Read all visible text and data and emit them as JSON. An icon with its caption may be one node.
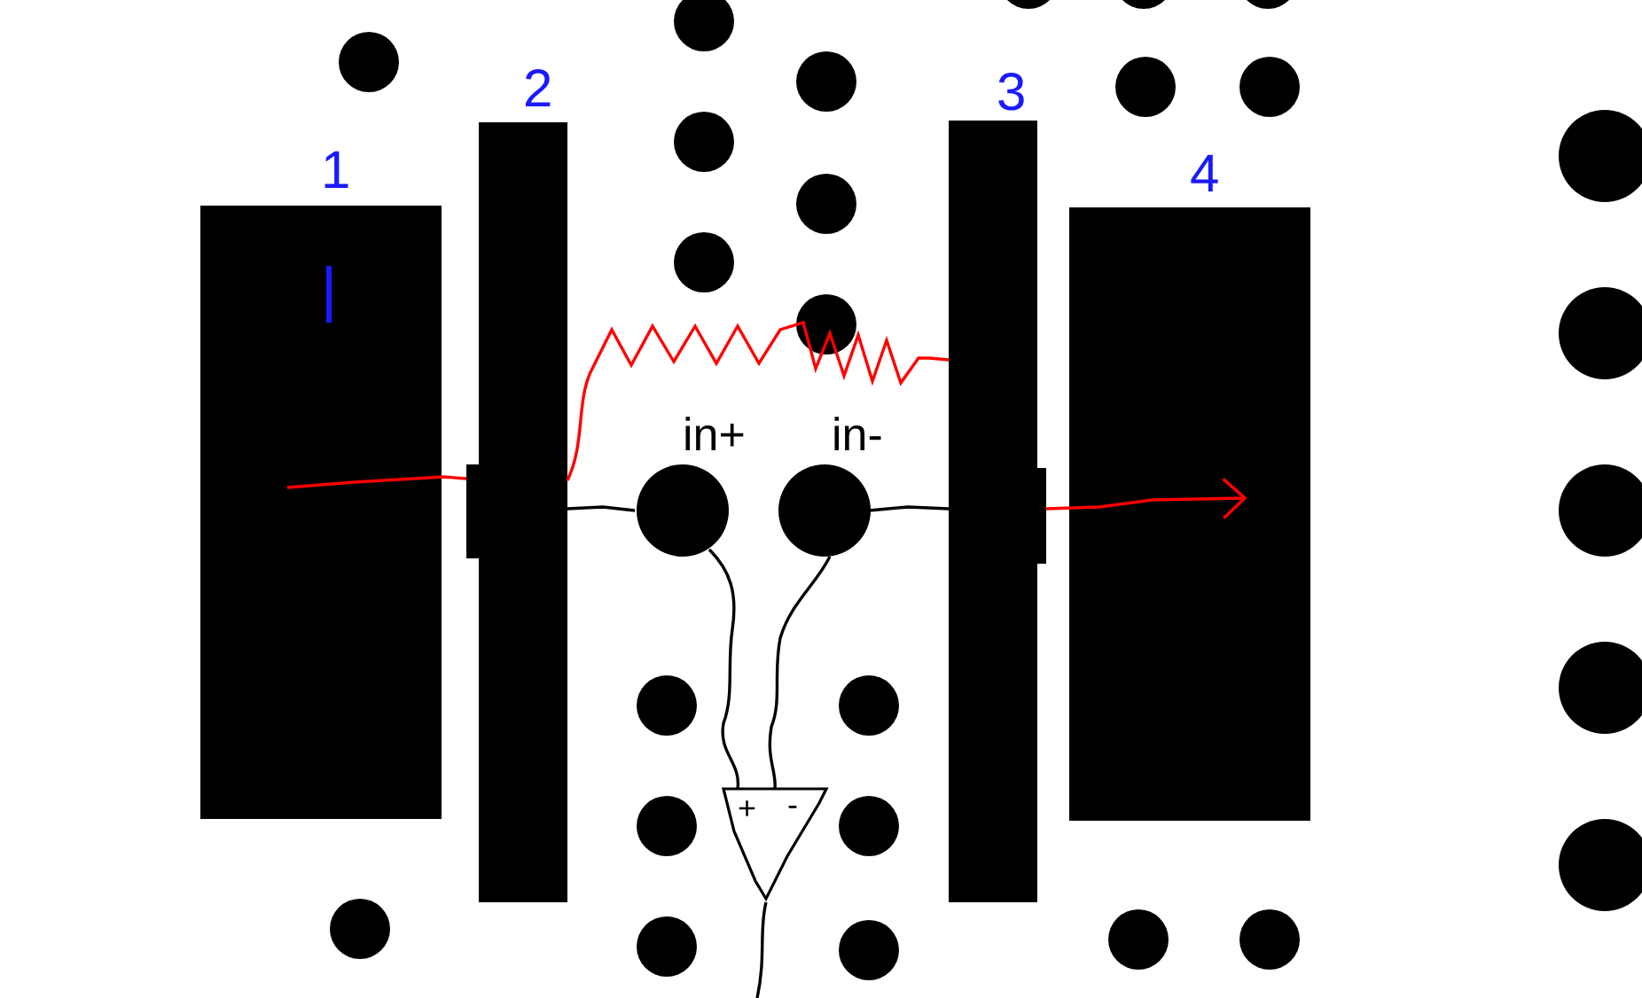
{
  "diagram": {
    "nodes": [
      {
        "text": [
          "1"
        ]
      },
      {
        "text": [
          "2"
        ]
      },
      {
        "text": [
          "3"
        ]
      },
      {
        "text": [
          "4"
        ]
      },
      {
        "text": [
          "in+"
        ]
      },
      {
        "text": [
          "in-"
        ]
      },
      {
        "text": [
          "+",
          "-"
        ]
      }
    ],
    "edges": [
      {
        "from": 1,
        "to": 4,
        "arrow": "none"
      },
      {
        "from": 5,
        "to": 2,
        "arrow": "none"
      },
      {
        "from": 4,
        "to": 6,
        "arrow": "none"
      },
      {
        "from": 5,
        "to": 6,
        "arrow": "none"
      },
      {
        "from": 6,
        "to": null,
        "arrow": "none"
      },
      {
        "from": 0,
        "to": 1,
        "arrow": "none",
        "color": "#ff0000"
      },
      {
        "from": 1,
        "to": 2,
        "arrow": "none",
        "color": "#ff0000"
      },
      {
        "from": 2,
        "to": 3,
        "arrow": "to",
        "color": "#ff0000"
      }
    ]
  }
}
